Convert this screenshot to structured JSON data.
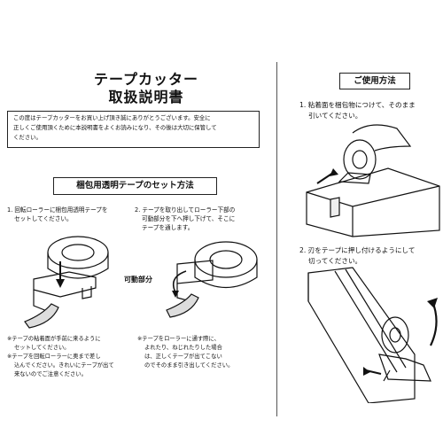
{
  "title": {
    "line1": "テープカッター",
    "line2": "取扱説明書"
  },
  "intro": {
    "lines": [
      "この度はテープカッターをお買い上げ頂き誠にありがとうございます。安全に",
      "正しくご使用頂くために本説明書をよくお読みになり、その後は大切に保管して",
      "ください。"
    ]
  },
  "setup": {
    "heading": "梱包用透明テープのセット方法",
    "step1": [
      "1. 回転ローラーに梱包用透明テープを",
      "セットしてください。"
    ],
    "step2": [
      "2. テープを取り出してローラー下部の",
      "可動部分を下へ押し下げて、そこに",
      "テープを通します。"
    ],
    "movable_label": "可動部分",
    "note1": [
      "※テープの粘着面が手前に来るように",
      "セットしてください。",
      "※テープを回転ローラーに奥まで差し",
      "込んでください。きれいにテープが出て",
      "来ないのでご注意ください。"
    ],
    "note2": [
      "※テープをローラーに通す際に、",
      "よれたり、ねじれたりした場合",
      "は、正しくテープが出てこない",
      "のでそのまま引き出してください。"
    ]
  },
  "usage": {
    "heading": "ご使用方法",
    "step1": [
      "1. 粘着面を梱包物につけて、そのまま",
      "引いてください。"
    ],
    "step2": [
      "2. 刃をテープに押し付けるようにして",
      "切ってください。"
    ]
  }
}
